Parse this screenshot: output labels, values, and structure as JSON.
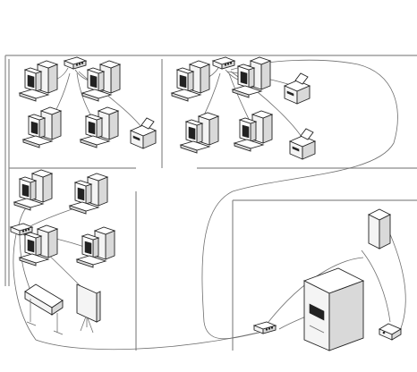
{
  "diagram": {
    "kind": "office-network-floor-plan",
    "rooms": [
      {
        "id": "room-top-left",
        "workstations": 4,
        "printers": 1,
        "hubs": 1
      },
      {
        "id": "room-top-right",
        "workstations": 4,
        "printers": 2,
        "hubs": 1
      },
      {
        "id": "room-bottom-left",
        "workstations": 4,
        "plotters": 1,
        "whiteboards": 1,
        "hubs": 1
      },
      {
        "id": "server-room",
        "servers": 1,
        "hubs": 1,
        "external-drives": 1,
        "modems": 1
      }
    ],
    "icons": [
      "workstation-icon",
      "hub-icon",
      "printer-icon",
      "plotter-icon",
      "whiteboard-icon",
      "server-icon",
      "modem-icon",
      "external-drive-icon"
    ],
    "colors": {
      "line": "#222222",
      "wall": "#8a8a8a",
      "cable": "#6e6e6e",
      "background": "#ffffff"
    }
  }
}
